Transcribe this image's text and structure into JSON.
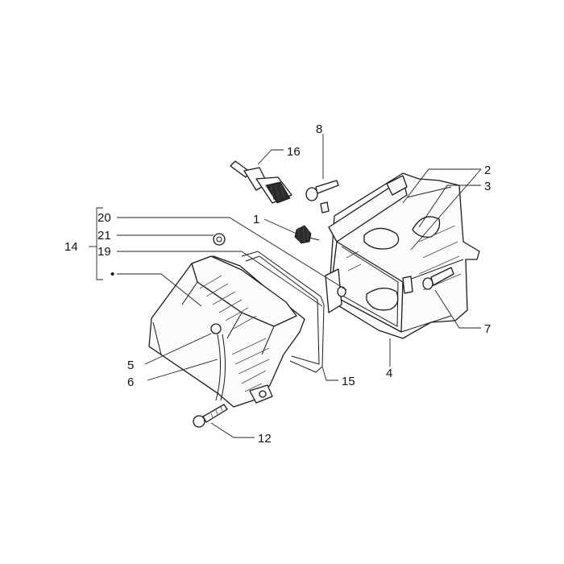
{
  "callouts": {
    "c1": "1",
    "c2": "2",
    "c3": "3",
    "c4": "4",
    "c5": "5",
    "c6": "6",
    "c7": "7",
    "c8": "8",
    "c12": "12",
    "c14": "14",
    "c15": "15",
    "c16": "16",
    "c19": "19",
    "c20": "20",
    "c21": "21"
  },
  "bracket_marker": "•"
}
